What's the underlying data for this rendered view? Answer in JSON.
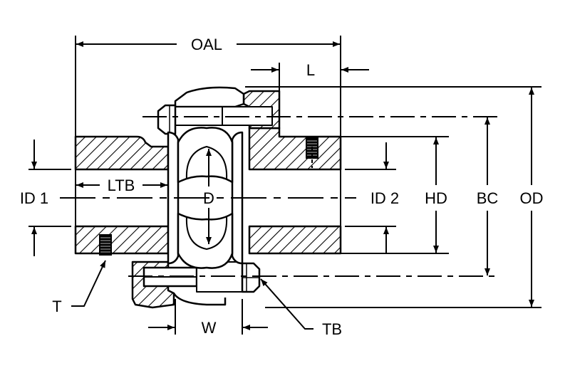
{
  "diagram": {
    "labels": {
      "oal": "OAL",
      "l": "L",
      "ltb": "LTB",
      "id1": "ID 1",
      "id2": "ID 2",
      "d": "D",
      "hd": "HD",
      "bc": "BC",
      "od": "OD",
      "w": "W",
      "t": "T",
      "tb": "TB"
    }
  }
}
